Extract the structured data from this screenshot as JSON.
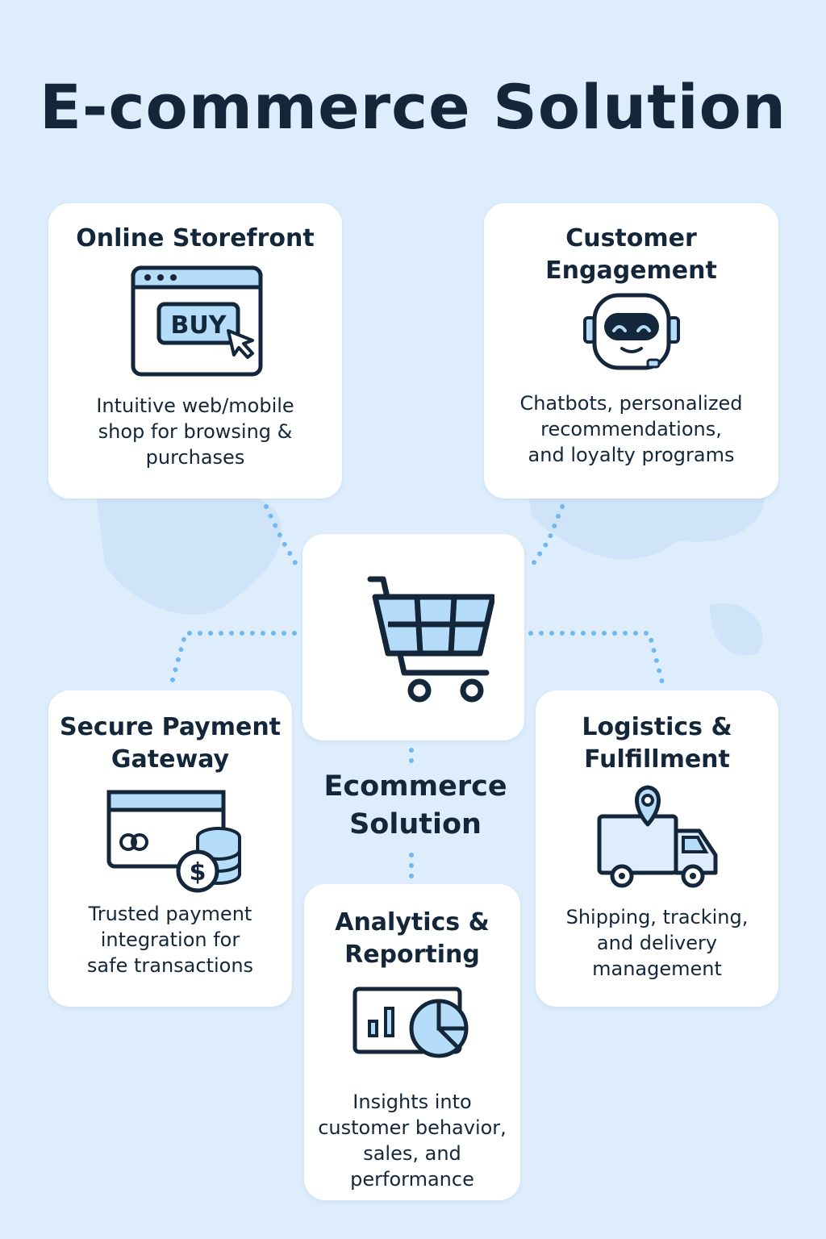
{
  "title": "E-commerce Solution",
  "center": {
    "label_line1": "Ecommerce",
    "label_line2": "Solution",
    "icon": "shopping-cart-icon"
  },
  "cards": [
    {
      "title_lines": [
        "Online Storefront"
      ],
      "icon": "browser-buy-button-icon",
      "icon_text": "BUY",
      "desc_lines": [
        "Intuitive web/mobile",
        "shop for browsing &",
        "purchases"
      ]
    },
    {
      "title_lines": [
        "Customer",
        "Engagement"
      ],
      "icon": "chatbot-icon",
      "desc_lines": [
        "Chatbots, personalized",
        "recommendations,",
        "and loyalty programs"
      ]
    },
    {
      "title_lines": [
        "Secure Payment",
        "Gateway"
      ],
      "icon": "credit-card-coins-icon",
      "desc_lines": [
        "Trusted payment",
        "integration for",
        "safe transactions"
      ]
    },
    {
      "title_lines": [
        "Logistics &",
        "Fulfillment"
      ],
      "icon": "delivery-truck-icon",
      "desc_lines": [
        "Shipping, tracking,",
        "and delivery",
        "management"
      ]
    },
    {
      "title_lines": [
        "Analytics &",
        "Reporting"
      ],
      "icon": "analytics-chart-icon",
      "desc_lines": [
        "Insights into",
        "customer behavior,",
        "sales, and",
        "performance"
      ]
    }
  ],
  "colors": {
    "background": "#ddedfc",
    "navy": "#13263a",
    "accent": "#b5dcf8",
    "dots": "#6fb8f0"
  }
}
